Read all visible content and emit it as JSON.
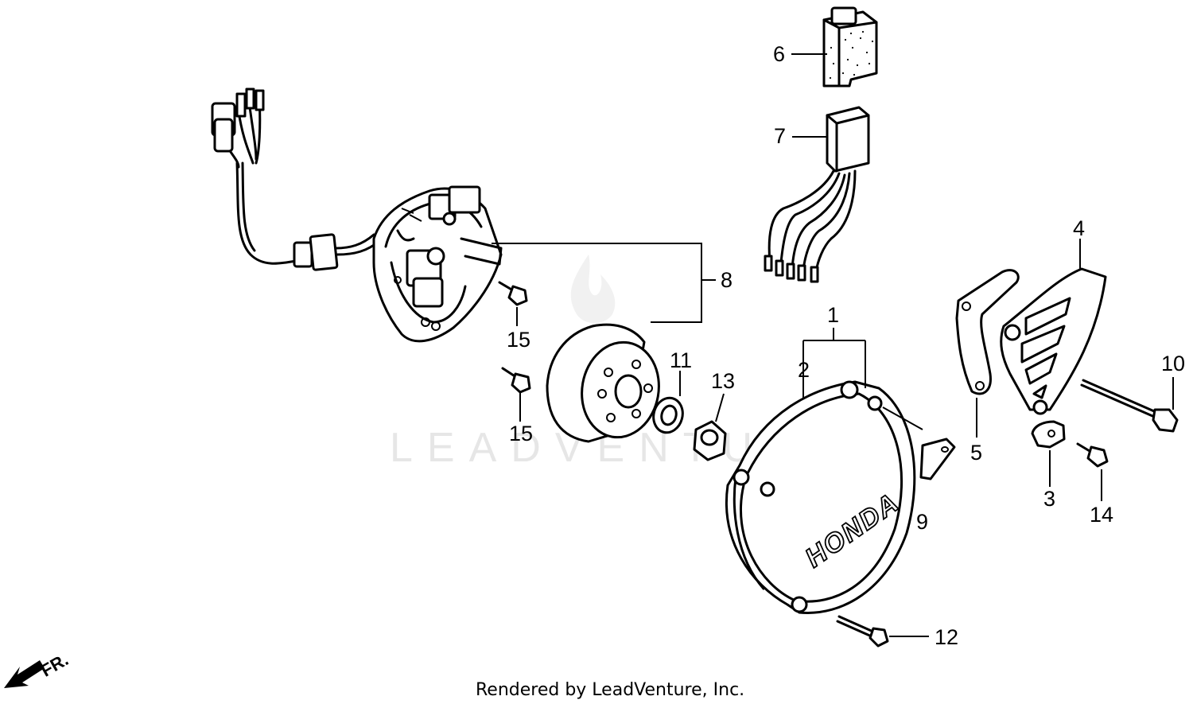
{
  "watermark": "LEADVENTURE",
  "footer": "Rendered by LeadVenture, Inc.",
  "direction_label": "FR.",
  "brand_text": "HONDA",
  "callouts": {
    "c1": "1",
    "c2": "2",
    "c3": "3",
    "c4": "4",
    "c5": "5",
    "c6": "6",
    "c7": "7",
    "c8": "8",
    "c9": "9",
    "c10": "10",
    "c11": "11",
    "c12": "12",
    "c13": "13",
    "c14": "14",
    "c15a": "15",
    "c15b": "15"
  }
}
